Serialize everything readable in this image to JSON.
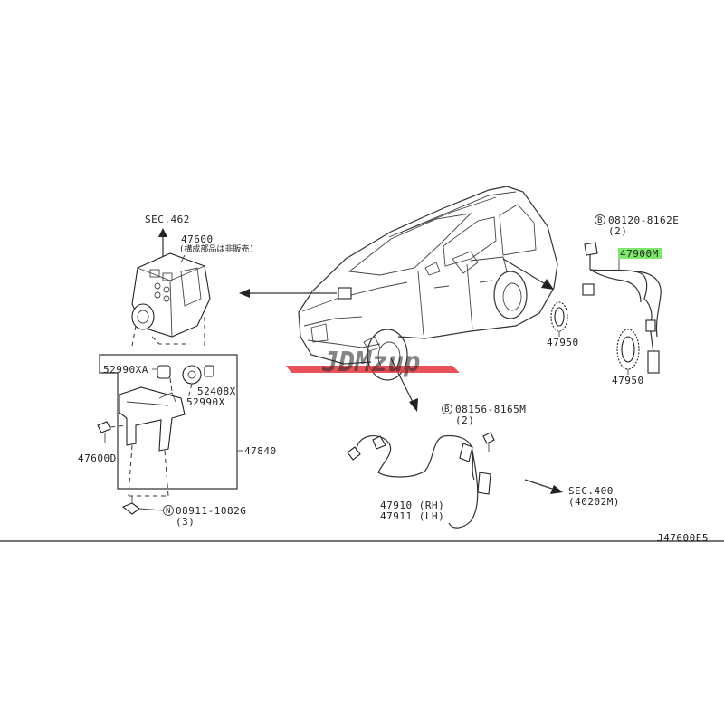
{
  "labels": {
    "sec462": "SEC.462",
    "p47600": "47600",
    "p47600_note": "(構成部品は非販売)",
    "p52990xa": "52990XA",
    "p52408x": "52408X",
    "p52990x": "52990X",
    "p47600d": "47600D",
    "p47840": "47840",
    "n08911": "08911-1082G",
    "n08911_qty": "(3)",
    "b08120": "08120-8162E",
    "b08120_qty": "(2)",
    "p47900m": "47900M",
    "p47950_a": "47950",
    "p47950_b": "47950",
    "b08156": "08156-8165M",
    "b08156_qty": "(2)",
    "p47910": "47910 (RH)",
    "p47911": "47911 (LH)",
    "sec400": "SEC.400",
    "sec400_sub": "(40202M)",
    "diagram_id": "J47600E5",
    "circle_b": "B",
    "circle_n": "N"
  },
  "watermark": {
    "text": "JDMzup",
    "color": "#e6343d"
  },
  "colors": {
    "highlight": "#7ee86a",
    "ink": "#222222"
  }
}
